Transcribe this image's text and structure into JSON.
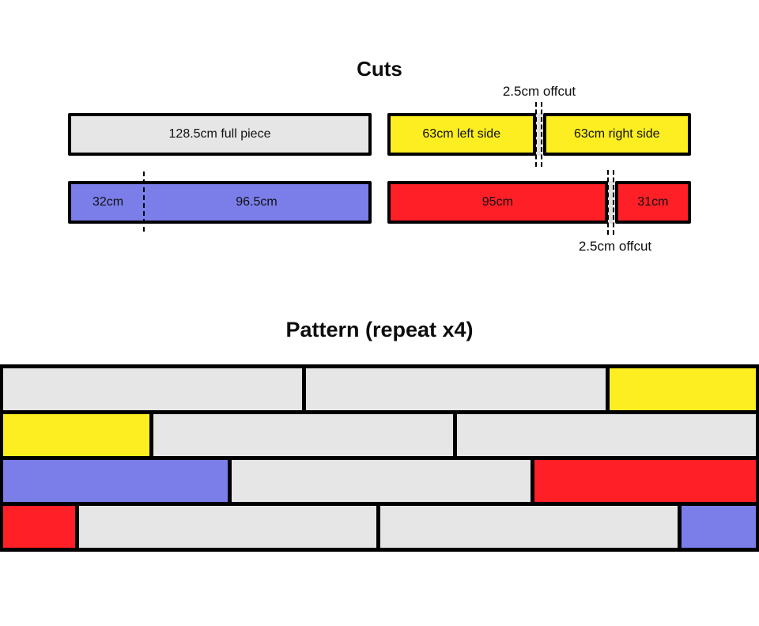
{
  "colors": {
    "gray": "#e6e6e6",
    "yellow": "#fcee21",
    "purple": "#7b7de9",
    "red": "#ff1f26",
    "offcut_strip": "#e0e0e0",
    "outline": "#000000"
  },
  "cuts": {
    "title": "Cuts",
    "full_piece": {
      "label": "128.5cm full piece",
      "width_cm": 128.5,
      "color": "gray"
    },
    "yellow_split": {
      "left_label": "63cm left side",
      "right_label": "63cm right side",
      "offcut_label": "2.5cm offcut",
      "left_cm": 63,
      "right_cm": 63,
      "offcut_cm": 2.5,
      "color": "yellow"
    },
    "purple_split": {
      "left_label": "32cm",
      "right_label": "96.5cm",
      "left_cm": 32,
      "right_cm": 96.5,
      "color": "purple"
    },
    "red_split": {
      "left_label": "95cm",
      "right_label": "31cm",
      "offcut_label": "2.5cm offcut",
      "left_cm": 95,
      "right_cm": 31,
      "offcut_cm": 2.5,
      "color": "red"
    }
  },
  "pattern": {
    "title": "Pattern (repeat x4)",
    "rows": [
      {
        "planks": [
          {
            "color": "gray",
            "width_cm": 128.5
          },
          {
            "color": "gray",
            "width_cm": 128.5
          },
          {
            "color": "yellow",
            "width_cm": 63
          }
        ]
      },
      {
        "planks": [
          {
            "color": "yellow",
            "width_cm": 63
          },
          {
            "color": "gray",
            "width_cm": 128.5
          },
          {
            "color": "gray",
            "width_cm": 128.5
          }
        ]
      },
      {
        "planks": [
          {
            "color": "purple",
            "width_cm": 96.5
          },
          {
            "color": "gray",
            "width_cm": 128.5
          },
          {
            "color": "red",
            "width_cm": 95
          }
        ]
      },
      {
        "planks": [
          {
            "color": "red",
            "width_cm": 31
          },
          {
            "color": "gray",
            "width_cm": 128.5
          },
          {
            "color": "gray",
            "width_cm": 128.5
          },
          {
            "color": "purple",
            "width_cm": 32
          }
        ]
      }
    ]
  }
}
